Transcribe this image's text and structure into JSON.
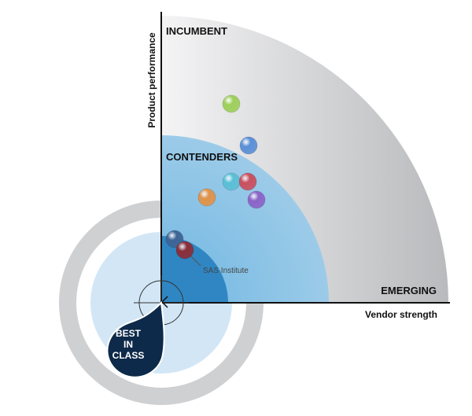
{
  "zones": {
    "incumbent": "INCUMBENT",
    "contenders": "CONTENDERS",
    "emerging": "EMERGING"
  },
  "axes": {
    "y_label": "Product performance",
    "x_label": "Vendor strength"
  },
  "badge": {
    "line1": "BEST",
    "line2": "IN",
    "line3": "CLASS"
  },
  "vendors": [
    {
      "color": "#9ccf5a"
    },
    {
      "color": "#5b8fd6"
    },
    {
      "color": "#5bbfd6"
    },
    {
      "color": "#c9505f"
    },
    {
      "color": "#e0934a"
    },
    {
      "color": "#8c64c8"
    },
    {
      "color": "#3f6496"
    },
    {
      "color": "#8b2e3a",
      "label": "SAS Institute"
    }
  ],
  "colors": {
    "outer_zone": "#d9d9db",
    "contenders_zone": "#8fc5e6",
    "best_zone": "#2e86c1",
    "ring_grey": "#cfd0d2",
    "ring_light": "#cfe3f4",
    "badge": "#0d2a4a"
  }
}
